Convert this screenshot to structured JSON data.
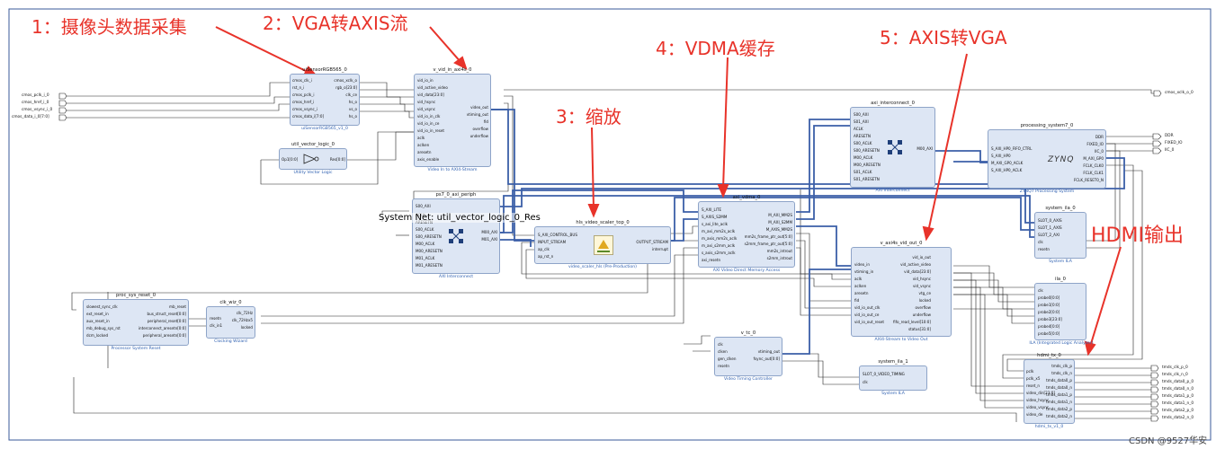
{
  "annotations": {
    "a1": "1：摄像头数据采集",
    "a2": "2：VGA转AXIS流",
    "a3": "3：缩放",
    "a4": "4：VDMA缓存",
    "a5": "5：AXIS转VGA",
    "a6": "HDMI输出",
    "color": "#e8332a"
  },
  "external_ports_left": [
    "cmos_pclk_i_0",
    "cmos_href_i_0",
    "cmos_vsync_i_0",
    "cmos_data_i_0[7:0]"
  ],
  "external_ports_right": {
    "xclk": "cmos_xclk_o_0",
    "ps": [
      "DDR",
      "FIXED_IO",
      "IIC_0"
    ],
    "tmds": [
      "tmds_clk_p_0",
      "tmds_clk_n_0",
      "tmds_data0_p_0",
      "tmds_data0_n_0",
      "tmds_data1_p_0",
      "tmds_data1_n_0",
      "tmds_data2_p_0",
      "tmds_data2_n_0"
    ]
  },
  "tooltip": "System Net: util_vector_logic_0_Res",
  "watermark": "CSDN @9527华安",
  "blocks": {
    "ui": {
      "title": "uiSensorRGB565_0",
      "sub": "uiSensorRGB565_v1_0",
      "left": [
        "cmos_clk_i",
        "rst_n_i",
        "cmos_pclk_i",
        "cmos_href_i",
        "cmos_vsync_i",
        "cmos_data_i[7:0]"
      ],
      "right": [
        "cmos_xclk_o",
        "rgb_o[23:0]",
        "clk_ce",
        "hs_o",
        "vs_o",
        "hs_o"
      ]
    },
    "uvl": {
      "title": "util_vector_logic_0",
      "sub": "Utility Vector Logic",
      "left": "Op1[0:0]",
      "right": "Res[0:0]"
    },
    "vin": {
      "title": "v_vid_in_axi4s_0",
      "sub": "Video In to AXI4-Stream",
      "left": [
        "vid_io_in",
        "vid_active_video",
        "vid_data[23:0]",
        "vid_hsync",
        "vid_vsync",
        "vid_io_in_clk",
        "vid_io_in_ce",
        "vid_io_in_reset",
        "aclk",
        "aclken",
        "aresetn",
        "axis_enable"
      ],
      "right": [
        "video_out",
        "vtiming_out",
        "fid",
        "overflow",
        "underflow"
      ]
    },
    "ps7p": {
      "title": "ps7_0_axi_periph",
      "sub": "AXI Interconnect",
      "left": [
        "S00_AXI",
        "ACLK",
        "ARESETN",
        "S00_ACLK",
        "S00_ARESETN",
        "M00_ACLK",
        "M00_ARESETN",
        "M01_ACLK",
        "M01_ARESETN"
      ],
      "right": [
        "M00_AXI",
        "M01_AXI"
      ]
    },
    "hls": {
      "title": "hls_video_scaler_top_0",
      "sub": "video_scaler_hls (Pre-Production)",
      "left": [
        "S_AXI_CONTROL_BUS",
        "INPUT_STREAM",
        "ap_clk",
        "ap_rst_n"
      ],
      "right": [
        "OUTPUT_STREAM",
        "interrupt"
      ]
    },
    "vdma": {
      "title": "axi_vdma_0",
      "sub": "AXI Video Direct Memory Access",
      "left": [
        "S_AXI_LITE",
        "S_AXIS_S2MM",
        "s_axi_lite_aclk",
        "m_axi_mm2s_aclk",
        "m_axis_mm2s_aclk",
        "m_axi_s2mm_aclk",
        "s_axis_s2mm_aclk",
        "axi_resetn"
      ],
      "right": [
        "M_AXI_MM2S",
        "M_AXI_S2MM",
        "M_AXIS_MM2S",
        "mm2s_frame_ptr_out[5:0]",
        "s2mm_frame_ptr_out[5:0]",
        "mm2s_introut",
        "s2mm_introut"
      ]
    },
    "axic": {
      "title": "axi_interconnect_0",
      "sub": "AXI Interconnect",
      "left": [
        "S00_AXI",
        "S01_AXI",
        "ACLK",
        "ARESETN",
        "S00_ACLK",
        "S00_ARESETN",
        "M00_ACLK",
        "M00_ARESETN",
        "S01_ACLK",
        "S01_ARESETN"
      ],
      "right": [
        "M00_AXI"
      ]
    },
    "ps7": {
      "title": "processing_system7_0",
      "sub": "ZYNQ7 Processing System",
      "logo": "ZYNQ",
      "left": [
        "S_AXI_HP0_FIFO_CTRL",
        "S_AXI_HP0",
        "M_AXI_GP0_ACLK",
        "S_AXI_HP0_ACLK"
      ],
      "right": [
        "DDR",
        "FIXED_IO",
        "IIC_0",
        "M_AXI_GP0",
        "FCLK_CLK0",
        "FCLK_CLK1",
        "FCLK_RESET0_N"
      ]
    },
    "ila0": {
      "title": "system_ila_0",
      "sub": "System ILA",
      "left": [
        "SLOT_0_AXIS",
        "SLOT_1_AXIS",
        "SLOT_2_AXI",
        "clk",
        "resetn"
      ]
    },
    "vout": {
      "title": "v_axi4s_vid_out_0",
      "sub": "AXI4-Stream to Video Out",
      "left": [
        "video_in",
        "vtiming_in",
        "aclk",
        "aclken",
        "aresetn",
        "fid",
        "vid_io_out_clk",
        "vid_io_out_ce",
        "vid_io_out_reset"
      ],
      "right": [
        "vid_io_out",
        "vid_active_video",
        "vid_data[23:0]",
        "vid_hsync",
        "vid_vsync",
        "vtg_ce",
        "locked",
        "overflow",
        "underflow",
        "fifo_read_level[10:0]",
        "status[31:0]"
      ]
    },
    "ila": {
      "title": "ila_0",
      "sub": "ILA (Integrated Logic Analyzer)",
      "left": [
        "clk",
        "probe0[0:0]",
        "probe1[0:0]",
        "probe2[0:0]",
        "probe3[23:0]",
        "probe4[0:0]",
        "probe5[0:0]"
      ]
    },
    "rst": {
      "title": "proc_sys_reset_0",
      "sub": "Processor System Reset",
      "left": [
        "slowest_sync_clk",
        "ext_reset_in",
        "aux_reset_in",
        "mb_debug_sys_rst",
        "dcm_locked"
      ],
      "right": [
        "mb_reset",
        "bus_struct_reset[0:0]",
        "peripheral_reset[0:0]",
        "interconnect_aresetn[0:0]",
        "peripheral_aresetn[0:0]"
      ]
    },
    "clk": {
      "title": "clk_wiz_0",
      "sub": "Clocking Wizard",
      "left": [
        "resetn",
        "clk_in1"
      ],
      "right": [
        "clk_72Hz",
        "clk_72Hzx5",
        "locked"
      ]
    },
    "vtc": {
      "title": "v_tc_0",
      "sub": "Video Timing Controller",
      "left": [
        "clk",
        "clken",
        "gen_clken",
        "resetn"
      ],
      "right": [
        "vtiming_out",
        "fsync_out[0:0]"
      ]
    },
    "ila1": {
      "title": "system_ila_1",
      "sub": "System ILA",
      "left": [
        "SLOT_0_VIDEO_TIMING",
        "clk"
      ]
    },
    "hdmi": {
      "title": "hdmi_tx_0",
      "sub": "hdmi_tx_v1_0",
      "left": [
        "pclk",
        "pclk_x5",
        "reset_n",
        "video_din[23:0]",
        "video_hsync",
        "video_vsync",
        "video_de"
      ],
      "right": [
        "tmds_clk_p",
        "tmds_clk_n",
        "tmds_data0_p",
        "tmds_data0_n",
        "tmds_data1_p",
        "tmds_data1_n",
        "tmds_data2_p",
        "tmds_data2_n"
      ]
    }
  }
}
